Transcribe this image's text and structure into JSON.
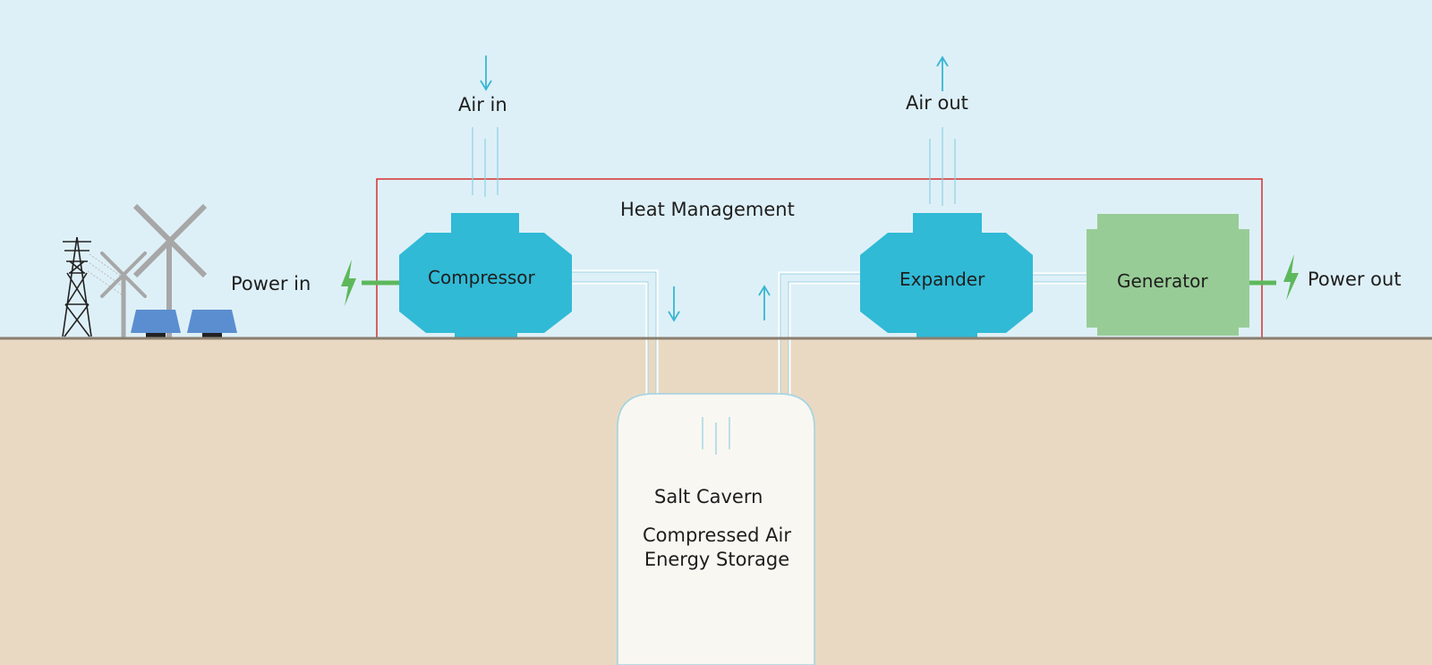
{
  "colors": {
    "sky": "#def0f7",
    "ground": "#e9d9c2",
    "ground_line": "#8a7e6f",
    "machine_blue": "#30bad6",
    "generator_green": "#98cc96",
    "power_green": "#5db85c",
    "heat_box": "#d63031",
    "cavern_fill": "#f9f7f1",
    "cavern_outline": "#9fd3e3",
    "arrow_blue": "#38b6d3",
    "panel_blue": "#5a8ed0",
    "turbine_gray": "#a7a7a7",
    "text": "#1e1e1e"
  },
  "labels": {
    "air_in": "Air in",
    "air_out": "Air out",
    "heat_management": "Heat Management",
    "compressor": "Compressor",
    "expander": "Expander",
    "generator": "Generator",
    "power_in": "Power in",
    "power_out": "Power out",
    "salt_cavern": "Salt Cavern",
    "caes_line1": "Compressed Air",
    "caes_line2": "Energy Storage"
  },
  "icons": [
    "transmission-tower-icon",
    "wind-turbine-icon",
    "solar-panel-icon",
    "lightning-bolt-icon",
    "arrow-up-icon",
    "arrow-down-icon"
  ]
}
